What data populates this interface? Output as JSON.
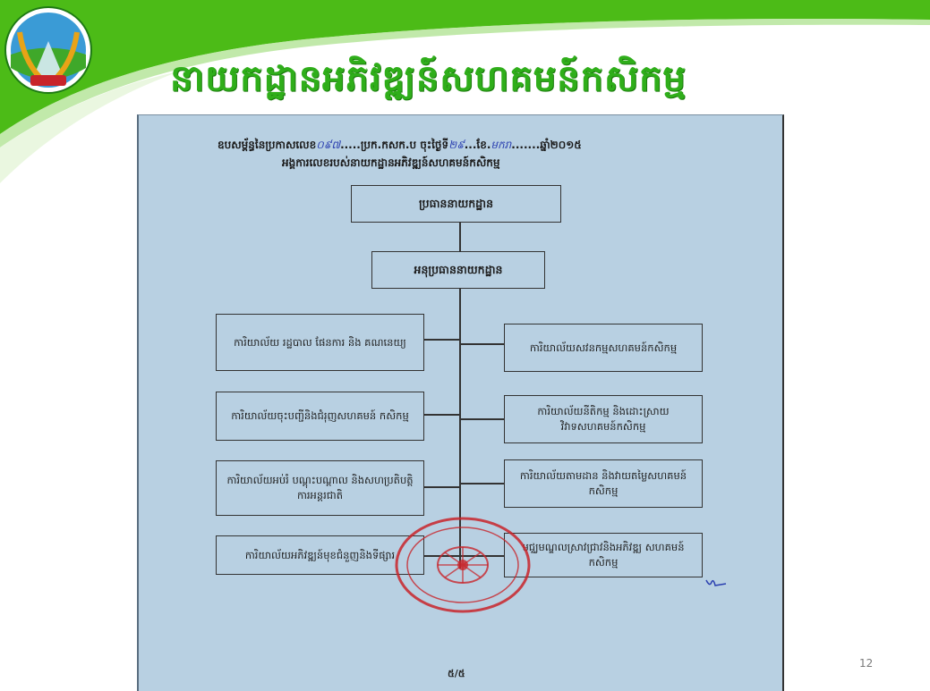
{
  "slide": {
    "title": "នាយកដ្ឋានអភិវឌ្ឍន៍សហគមន៍កសិកម្ម",
    "number": "12"
  },
  "colors": {
    "brand_green": "#4cbb17",
    "title_green": "#2fae1a",
    "document_blue": "#b8d0e2",
    "seal_red": "#c8242a"
  },
  "logo": {
    "icon": "ministry-seal-icon"
  },
  "document": {
    "header": {
      "prefix": "ឧបសម្ព័ន្ធនៃប្រកាសលេខ",
      "number": "០៩៧",
      "agency": ".....ប្រក.កសក.ប ចុះថ្ងៃទី",
      "day": "២៩",
      "month_label": "...ខែ.",
      "month": "មករា",
      "year": ".......ឆ្នាំ២០១៥"
    },
    "subheader": "អង្គការលេខរបស់នាយកដ្ឋានអភិវឌ្ឍន៍សហគមន៍កសិកម្ម",
    "page": "៥/៥"
  },
  "org_chart": {
    "director": "ប្រធាននាយកដ្ឋាន",
    "deputy_director": "អនុប្រធាននាយកដ្ឋាន",
    "left_offices": [
      "ការិយាល័យ រដ្ឋបាល ផែនការ និង គណនេយ្យ",
      "ការិយាល័យចុះបញ្ជីនិងជំរុញសហគមន៍ កសិកម្ម",
      "ការិយាល័យអប់រំ បណ្ដុះបណ្ដាល និងសហប្រតិបត្តិការអន្តរជាតិ",
      "ការិយាល័យអភិវឌ្ឍន៍មុខជំនួញនិងទីផ្សារ"
    ],
    "right_offices": [
      "ការិយាល័យសវនកម្មសហគមន៍កសិកម្ម",
      "ការិយាល័យនីតិកម្ម និងដោះស្រាយវិវាទសហគមន៍កសិកម្ម",
      "ការិយាល័យតាមដាន និងវាយតម្លៃសហគមន៍កសិកម្ម",
      "មជ្ឈមណ្ឌលស្រាវជ្រាវនិងអភិវឌ្ឍ សហគមន៍កសិកម្ម"
    ]
  }
}
